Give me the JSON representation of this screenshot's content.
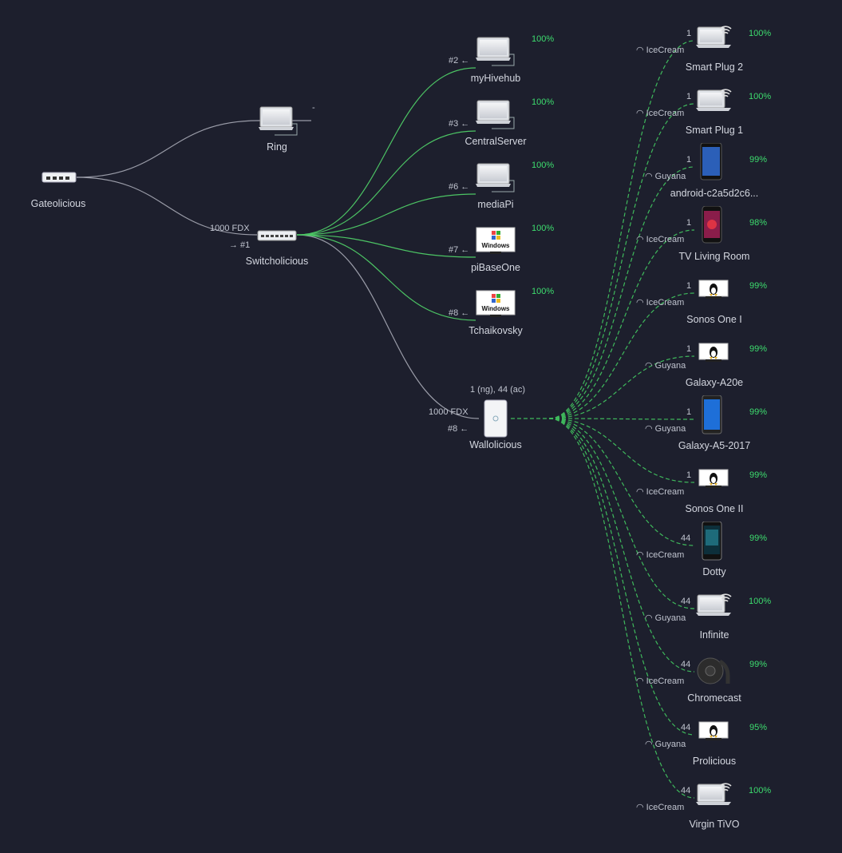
{
  "colors": {
    "background": "#1d1f2d",
    "wired_link": "#9a9ca8",
    "active_link": "#4cc464",
    "wireless_link": "#3fb95c",
    "percent": "#3ddc6e",
    "text": "#d4d7e0"
  },
  "gateway": {
    "name": "Gateolicious",
    "icon": "gateway-icon"
  },
  "ring": {
    "name": "Ring",
    "icon": "laptop-icon",
    "extra": "-"
  },
  "switch": {
    "name": "Switcholicious",
    "icon": "switch-icon",
    "speed": "1000  FDX",
    "port": "→ #1"
  },
  "ap": {
    "name": "Wallolicious",
    "icon": "access-point-icon",
    "speed": "1000  FDX",
    "port": "#8 ←",
    "channels": "1 (ng), 44 (ac)"
  },
  "wired_clients": [
    {
      "name": "myHivehub",
      "port": "#2 ←",
      "pct": "100%",
      "icon": "laptop"
    },
    {
      "name": "CentralServer",
      "port": "#3 ←",
      "pct": "100%",
      "icon": "laptop"
    },
    {
      "name": "mediaPi",
      "port": "#6 ←",
      "pct": "100%",
      "icon": "laptop"
    },
    {
      "name": "piBaseOne",
      "port": "#7 ←",
      "pct": "100%",
      "icon": "windows"
    },
    {
      "name": "Tchaikovsky",
      "port": "#8 ←",
      "pct": "100%",
      "icon": "windows"
    }
  ],
  "wireless_clients": [
    {
      "name": "Smart Plug 2",
      "channel": "1",
      "ssid": "IceCream",
      "pct": "100%",
      "icon": "laptop-wifi"
    },
    {
      "name": "Smart Plug 1",
      "channel": "1",
      "ssid": "IceCream",
      "pct": "100%",
      "icon": "laptop-wifi"
    },
    {
      "name": "android-c2a5d2c6...",
      "channel": "1",
      "ssid": "Guyana",
      "pct": "99%",
      "icon": "tablet"
    },
    {
      "name": "TV Living Room",
      "channel": "1",
      "ssid": "IceCream",
      "pct": "98%",
      "icon": "phone-red"
    },
    {
      "name": "Sonos One I",
      "channel": "1",
      "ssid": "IceCream",
      "pct": "99%",
      "icon": "linux"
    },
    {
      "name": "Galaxy-A20e",
      "channel": "1",
      "ssid": "Guyana",
      "pct": "99%",
      "icon": "linux"
    },
    {
      "name": "Galaxy-A5-2017",
      "channel": "1",
      "ssid": "Guyana",
      "pct": "99%",
      "icon": "phone-blue"
    },
    {
      "name": "Sonos One II",
      "channel": "1",
      "ssid": "IceCream",
      "pct": "99%",
      "icon": "linux"
    },
    {
      "name": "Dotty",
      "channel": "44",
      "ssid": "IceCream",
      "pct": "99%",
      "icon": "phone-black"
    },
    {
      "name": "Infinite",
      "channel": "44",
      "ssid": "Guyana",
      "pct": "100%",
      "icon": "laptop-wifi"
    },
    {
      "name": "Chromecast",
      "channel": "44",
      "ssid": "IceCream",
      "pct": "99%",
      "icon": "chromecast"
    },
    {
      "name": "Prolicious",
      "channel": "44",
      "ssid": "Guyana",
      "pct": "95%",
      "icon": "linux"
    },
    {
      "name": "Virgin TiVO",
      "channel": "44",
      "ssid": "IceCream",
      "pct": "100%",
      "icon": "laptop-wifi"
    }
  ]
}
